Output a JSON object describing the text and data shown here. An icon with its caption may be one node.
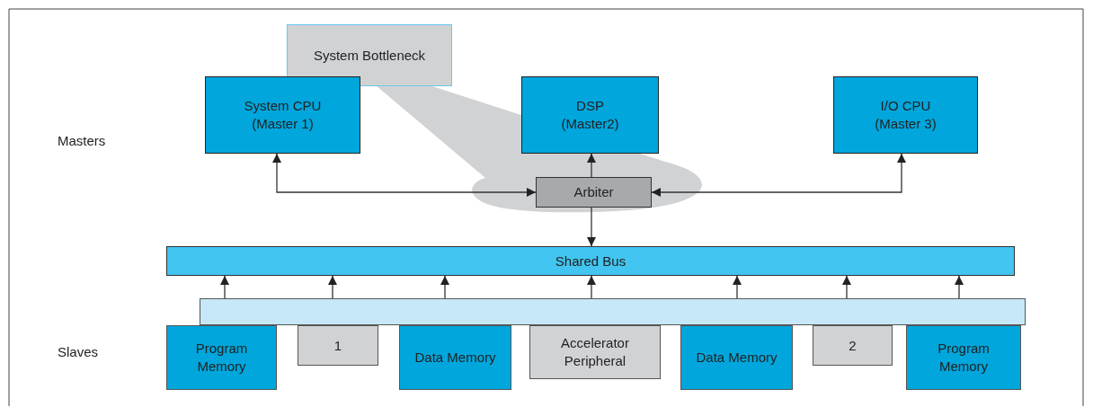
{
  "diagram": {
    "nodes": [
      {
        "text": [
          "System Bottleneck"
        ]
      },
      {
        "text": [
          "System CPU (Master 1)"
        ]
      },
      {
        "text": [
          "DSP (Master2)"
        ]
      },
      {
        "text": [
          "I/O CPU (Master 3)"
        ]
      },
      {
        "text": [
          "Arbiter"
        ]
      },
      {
        "text": [
          "Shared Bus"
        ]
      },
      {
        "text": [],
        "shape": "bar"
      },
      {
        "text": [
          "Program Memory"
        ]
      },
      {
        "text": [
          "1"
        ]
      },
      {
        "text": [
          "Data Memory"
        ]
      },
      {
        "text": [
          "Accelerator Peripheral"
        ]
      },
      {
        "text": [
          "Data Memory"
        ]
      },
      {
        "text": [
          "2"
        ]
      },
      {
        "text": [
          "Program Memory"
        ]
      }
    ],
    "edges": [
      {
        "from": 4,
        "to": 1,
        "arrow": "both"
      },
      {
        "from": 4,
        "to": 2,
        "arrow": "to"
      },
      {
        "from": 4,
        "to": 3,
        "arrow": "both"
      },
      {
        "from": 4,
        "to": 5,
        "arrow": "to"
      },
      {
        "from": 6,
        "to": 5,
        "arrow": "to"
      },
      {
        "from": 6,
        "to": 5,
        "arrow": "to"
      },
      {
        "from": 6,
        "to": 5,
        "arrow": "to"
      },
      {
        "from": 6,
        "to": 5,
        "arrow": "to"
      },
      {
        "from": 6,
        "to": 5,
        "arrow": "to"
      },
      {
        "from": 6,
        "to": 5,
        "arrow": "to"
      },
      {
        "from": 6,
        "to": 5,
        "arrow": "to"
      }
    ],
    "labels": [
      "Masters",
      "Slaves"
    ]
  }
}
